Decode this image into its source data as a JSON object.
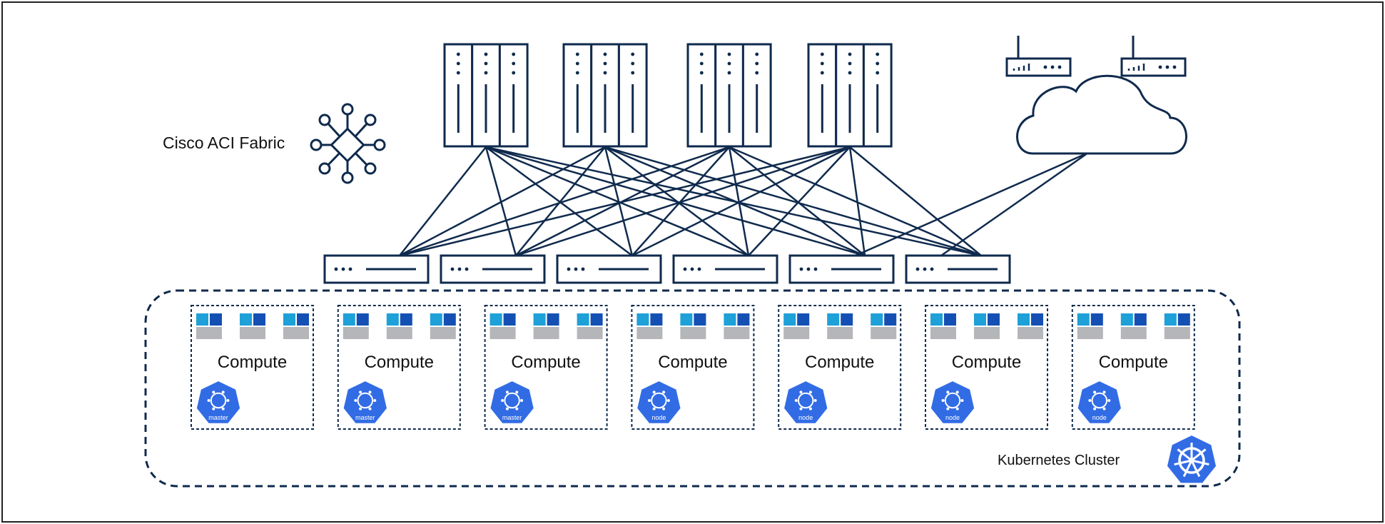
{
  "labels": {
    "fabric": "Cisco ACI Fabric",
    "cluster": "Kubernetes Cluster"
  },
  "spines": 4,
  "leafs": 6,
  "routers": 2,
  "compute_nodes": [
    {
      "label": "Compute",
      "role": "master"
    },
    {
      "label": "Compute",
      "role": "master"
    },
    {
      "label": "Compute",
      "role": "master"
    },
    {
      "label": "Compute",
      "role": "node"
    },
    {
      "label": "Compute",
      "role": "node"
    },
    {
      "label": "Compute",
      "role": "node"
    },
    {
      "label": "Compute",
      "role": "node"
    }
  ],
  "colors": {
    "navy": "#0f2a4d",
    "k8s_blue": "#326ce5",
    "cyan": "#1ea0d8",
    "dark_blue": "#1450b4",
    "gray": "#b4b6ba"
  },
  "icons": {
    "fabric": "aci-fabric-icon",
    "cloud": "cloud-icon",
    "router": "router-icon",
    "k8s": "kubernetes-helm-icon"
  }
}
